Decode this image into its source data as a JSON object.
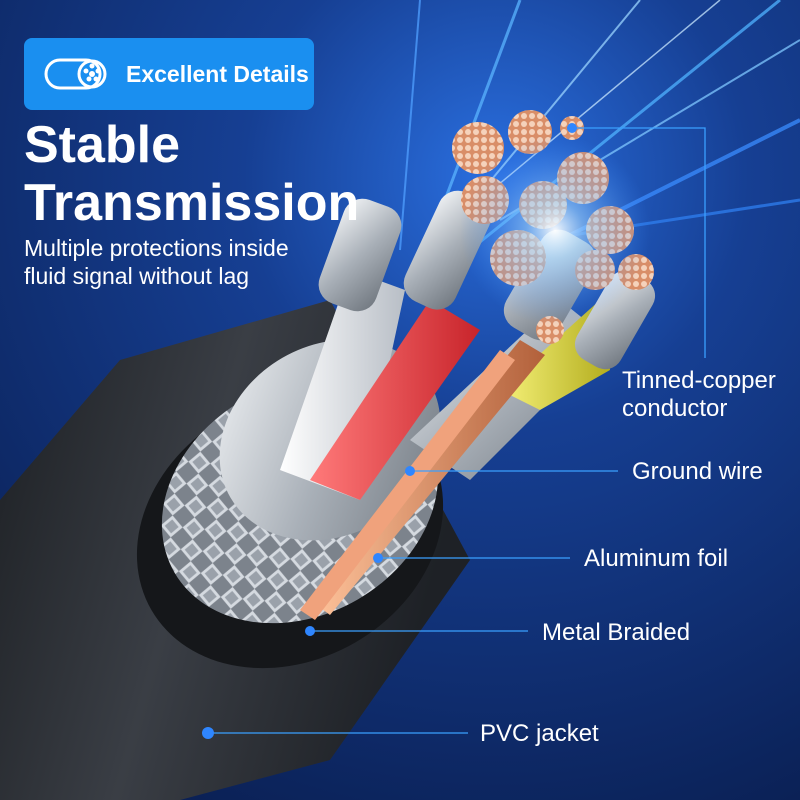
{
  "badge": {
    "label": "Excellent Details",
    "icon": "cable-cross-section-icon"
  },
  "headline": {
    "line1": "Stable",
    "line2": "Transmission"
  },
  "subline": {
    "line1": "Multiple protections inside",
    "line2": "fluid signal without lag"
  },
  "callouts": {
    "conductor": {
      "line1": "Tinned-copper",
      "line2": "conductor"
    },
    "ground": "Ground wire",
    "foil": "Aluminum foil",
    "braid": "Metal Braided",
    "jacket": "PVC jacket"
  },
  "colors": {
    "background": "#0d2a66",
    "accent": "#1a8ff0",
    "leader_line": "#3aa0ff",
    "jacket": "#2b2e33",
    "braid": "#c7ccd3",
    "copper": "#e08a5c",
    "red_wire": "#e8383c",
    "yellow_wire": "#e8e23a"
  }
}
